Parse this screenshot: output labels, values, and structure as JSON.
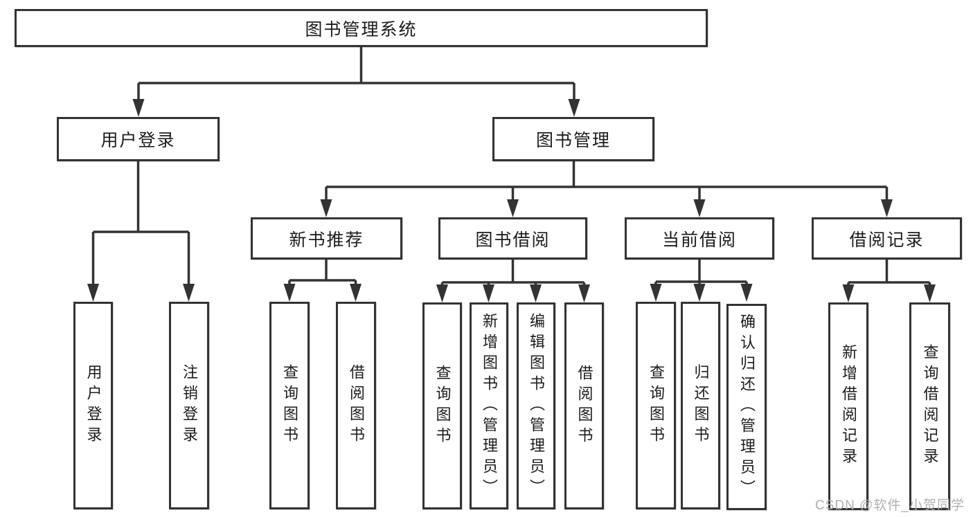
{
  "tree": {
    "label": "图书管理系统",
    "children": [
      {
        "label": "用户登录",
        "children": [
          {
            "label": "用户登录"
          },
          {
            "label": "注销登录"
          }
        ]
      },
      {
        "label": "图书管理",
        "children": [
          {
            "label": "新书推荐",
            "children": [
              {
                "label": "查询图书"
              },
              {
                "label": "借阅图书"
              }
            ]
          },
          {
            "label": "图书借阅",
            "children": [
              {
                "label": "查询图书"
              },
              {
                "label": "新增图书（管理员）"
              },
              {
                "label": "编辑图书（管理员）"
              },
              {
                "label": "借阅图书"
              }
            ]
          },
          {
            "label": "当前借阅",
            "children": [
              {
                "label": "查询图书"
              },
              {
                "label": "归还图书"
              },
              {
                "label": "确认归还（管理员）"
              }
            ]
          },
          {
            "label": "借阅记录",
            "children": [
              {
                "label": "新增借阅记录"
              },
              {
                "label": "查询借阅记录"
              }
            ]
          }
        ]
      }
    ]
  },
  "watermark": {
    "text": "CSDN @软件_小贺同学"
  },
  "colors": {
    "stroke": "#333333",
    "text": "#1c1c1c",
    "background": "#ffffff",
    "watermark": "#b0b0b0"
  }
}
